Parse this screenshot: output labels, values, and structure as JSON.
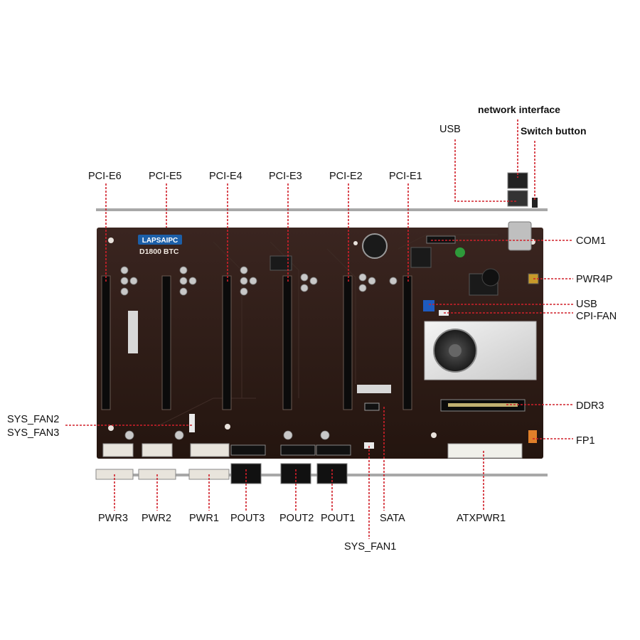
{
  "board": {
    "brand": "LAPSAIPC",
    "model": "D1800 BTC"
  },
  "labels": {
    "network_interface": "network interface",
    "switch_button": "Switch button",
    "usb_top": "USB",
    "pcie6": "PCI-E6",
    "pcie5": "PCI-E5",
    "pcie4": "PCI-E4",
    "pcie3": "PCI-E3",
    "pcie2": "PCI-E2",
    "pcie1": "PCI-E1",
    "com1": "COM1",
    "pwr4p": "PWR4P",
    "usb_right": "USB",
    "cpu_fan": "CPI-FAN",
    "ddr3": "DDR3",
    "fp1": "FP1",
    "sys_fan2": "SYS_FAN2",
    "sys_fan3": "SYS_FAN3",
    "pwr3": "PWR3",
    "pwr2": "PWR2",
    "pwr1": "PWR1",
    "pout3": "POUT3",
    "pout2": "POUT2",
    "pout1": "POUT1",
    "sata": "SATA",
    "atxpwr1": "ATXPWR1",
    "sys_fan1": "SYS_FAN1"
  },
  "colors": {
    "board": "#2a1a16",
    "leader": "#d0202a",
    "heatsink": "#e8e8e8",
    "rail": "#9a9a9a"
  }
}
